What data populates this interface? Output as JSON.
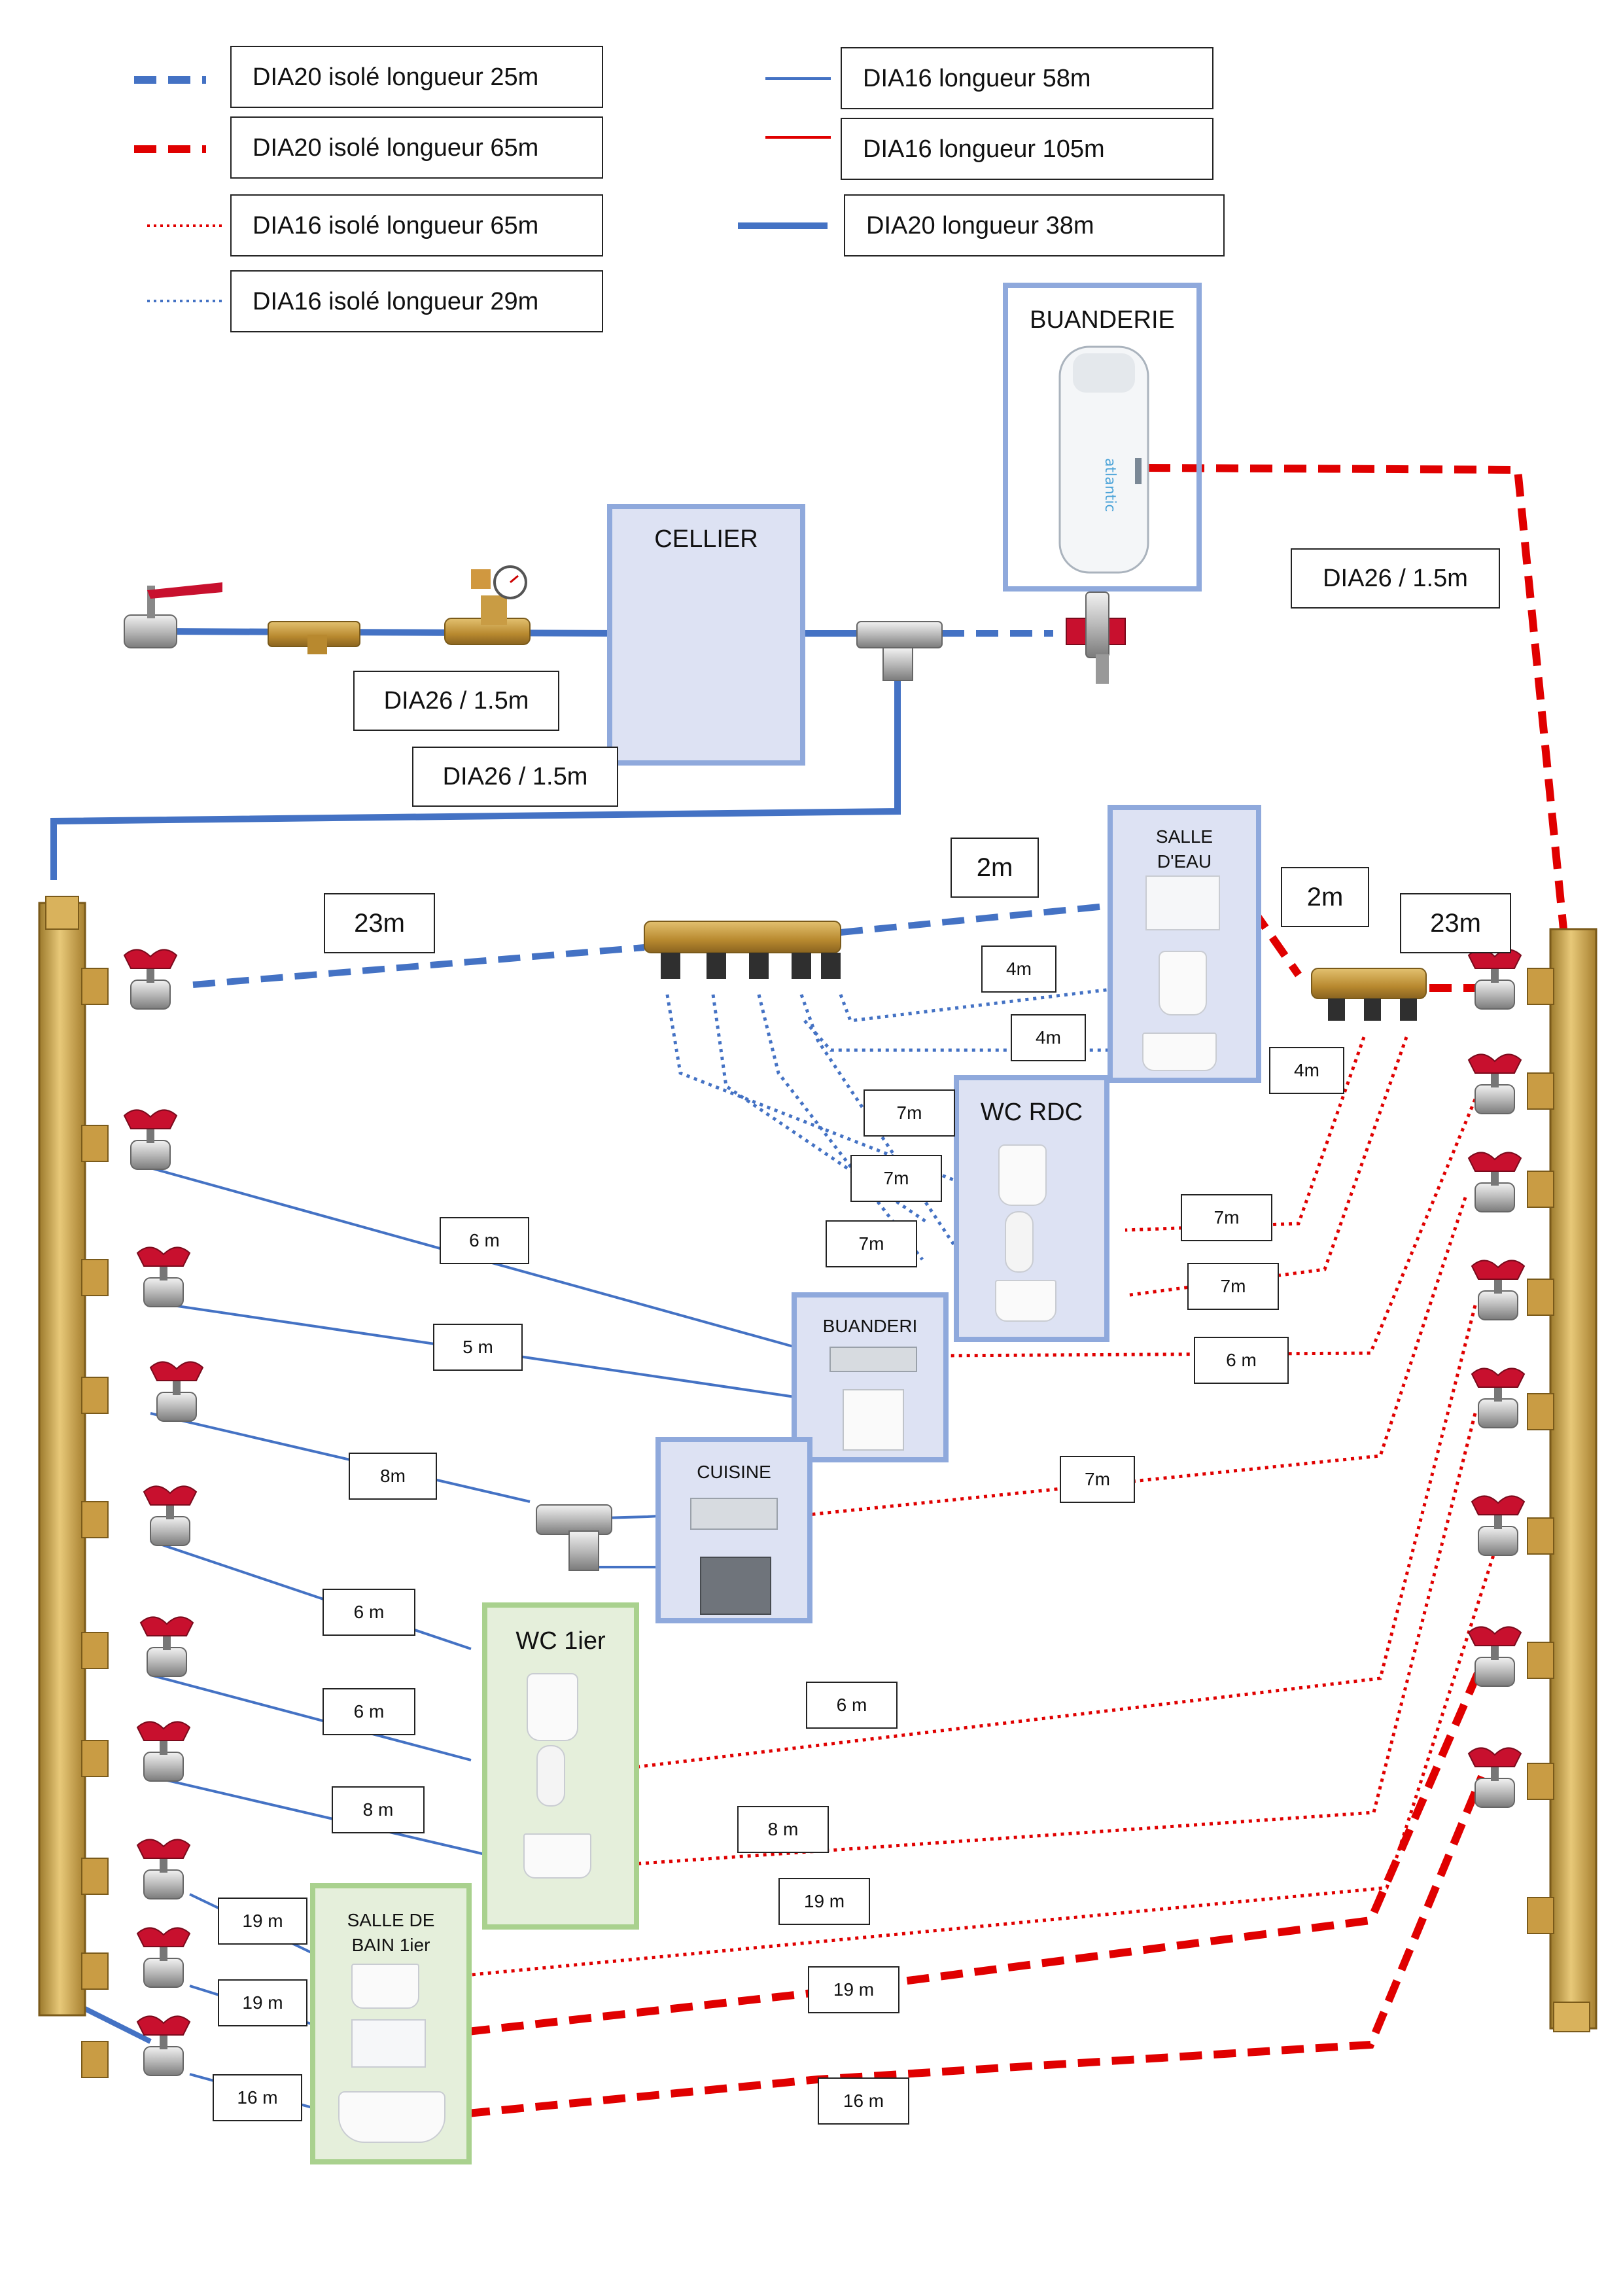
{
  "legend": [
    {
      "label": "DIA20 isolé longueur 25m",
      "color": "#4472c4",
      "style": "thick-dashed"
    },
    {
      "label": "DIA20 isolé longueur 65m",
      "color": "#e00000",
      "style": "thick-dashed"
    },
    {
      "label": "DIA16 isolé longueur 65m",
      "color": "#e00000",
      "style": "dotted"
    },
    {
      "label": "DIA16 isolé longueur 29m",
      "color": "#4472c4",
      "style": "dotted"
    },
    {
      "label": "DIA16 longueur 58m",
      "color": "#4472c4",
      "style": "thin-solid"
    },
    {
      "label": "DIA16 longueur 105m",
      "color": "#e00000",
      "style": "thin-solid"
    },
    {
      "label": "DIA20 longueur 38m",
      "color": "#4472c4",
      "style": "thick-solid"
    }
  ],
  "rooms": {
    "buanderie_top": "BUANDERIE",
    "cellier": "CELLIER",
    "salle_eau": "SALLE\nD'EAU",
    "wc_rdc": "WC RDC",
    "buanderi": "BUANDERI",
    "cuisine": "CUISINE",
    "wc_1ier": "WC 1ier",
    "sdb_1ier": "SALLE DE\nBAIN 1ier"
  },
  "labels": {
    "dia26_right": "DIA26 / 1.5m",
    "dia26_a": "DIA26 / 1.5m",
    "dia26_b": "DIA26 / 1.5m",
    "l23m_left": "23m",
    "l23m_right": "23m",
    "l2m_left": "2m",
    "l2m_right": "2m",
    "se_4m_a": "4m",
    "se_4m_b": "4m",
    "se_4m_c": "4m",
    "wc_7m_a": "7m",
    "wc_7m_b": "7m",
    "wc_7m_c": "7m",
    "wc_7m_r1": "7m",
    "wc_7m_r2": "7m",
    "bu_6m_left": "6 m",
    "bu_5m_left": "5 m",
    "bu_6m_right": "6 m",
    "cu_8m_left": "8m",
    "cu_7m_right": "7m",
    "wc1_6m_a": "6 m",
    "wc1_6m_b": "6 m",
    "wc1_8m": "8 m",
    "wc1_6m_right": "6 m",
    "wc1_8m_right": "8 m",
    "sdb_19m_a": "19 m",
    "sdb_19m_b": "19 m",
    "sdb_16m": "16 m",
    "sdb_19m_ra": "19 m",
    "sdb_19m_rb": "19 m",
    "sdb_16m_r": "16 m"
  },
  "colors": {
    "blue": "#4472c4",
    "red": "#e00000",
    "room_blue_border": "#8fa9dc",
    "room_green_border": "#a9d18e",
    "brass": "#c8a04a",
    "valve_red": "#c8102e"
  },
  "logos": {
    "water_heater_brand": "atlantic"
  }
}
